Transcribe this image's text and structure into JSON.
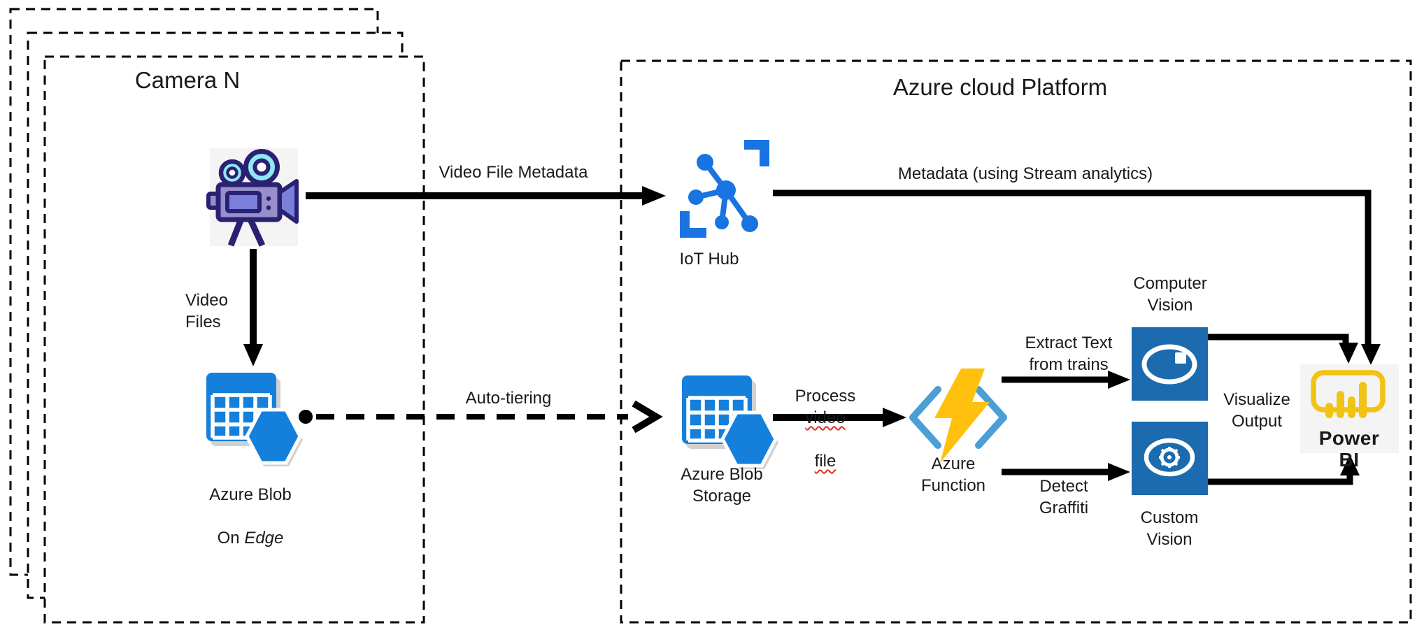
{
  "diagram": {
    "camera_group": {
      "title": "Camera N"
    },
    "cloud_group": {
      "title": "Azure cloud Platform"
    },
    "nodes": {
      "iot_hub": {
        "label": "IoT Hub"
      },
      "blob_edge": {
        "line1": "Azure Blob",
        "line2_prefix": "On ",
        "line2_italic": "Edge"
      },
      "blob_storage": {
        "label": "Azure Blob\nStorage"
      },
      "azure_function": {
        "label": "Azure\nFunction"
      },
      "computer_vision": {
        "label": "Computer\nVision"
      },
      "custom_vision": {
        "label": "Custom\nVision"
      },
      "power_bi": {
        "label": "Power BI"
      }
    },
    "edges": {
      "video_file_metadata": {
        "label": "Video File Metadata"
      },
      "video_files": {
        "label": "Video\nFiles"
      },
      "auto_tiering": {
        "label": "Auto-tiering"
      },
      "metadata_stream": {
        "label": "Metadata (using Stream analytics)"
      },
      "process_video": {
        "word1": "Process",
        "word2": "video",
        "word3": "file"
      },
      "extract_text": {
        "label": "Extract Text\nfrom trains"
      },
      "detect_graffiti": {
        "label": "Detect\nGraffiti"
      },
      "visualize_output": {
        "label": "Visualize\nOutput"
      }
    },
    "icons": {
      "camera_icon": "video-camera",
      "iot_hub_icon": "iot-network-hub",
      "blob_edge_icon": "table-with-hexagon",
      "blob_storage_icon": "table-with-hexagon",
      "azure_function_icon": "lightning-bolt-in-angle-brackets",
      "computer_vision_icon": "eye",
      "custom_vision_icon": "eye-with-gear",
      "power_bi_icon": "bar-chart-frame"
    },
    "colors": {
      "border": "#000000",
      "arrow": "#000000",
      "text": "#1a1a1a",
      "azure_blue": "#1580dc",
      "iot_blue": "#1874e0",
      "vision_blue": "#1b6bae",
      "bracket_blue": "#4b9fd6",
      "bolt_yellow": "#ffc10d",
      "powerbi_yellow": "#f2c313",
      "icon_bg": "#f4f4f4",
      "camera_outline": "#2a2173",
      "camera_body": "#968fcb",
      "camera_cyan": "#8fe9f2",
      "camera_lilac": "#7a80d9",
      "squiggle_red": "#e0301e",
      "white": "#ffffff"
    }
  }
}
